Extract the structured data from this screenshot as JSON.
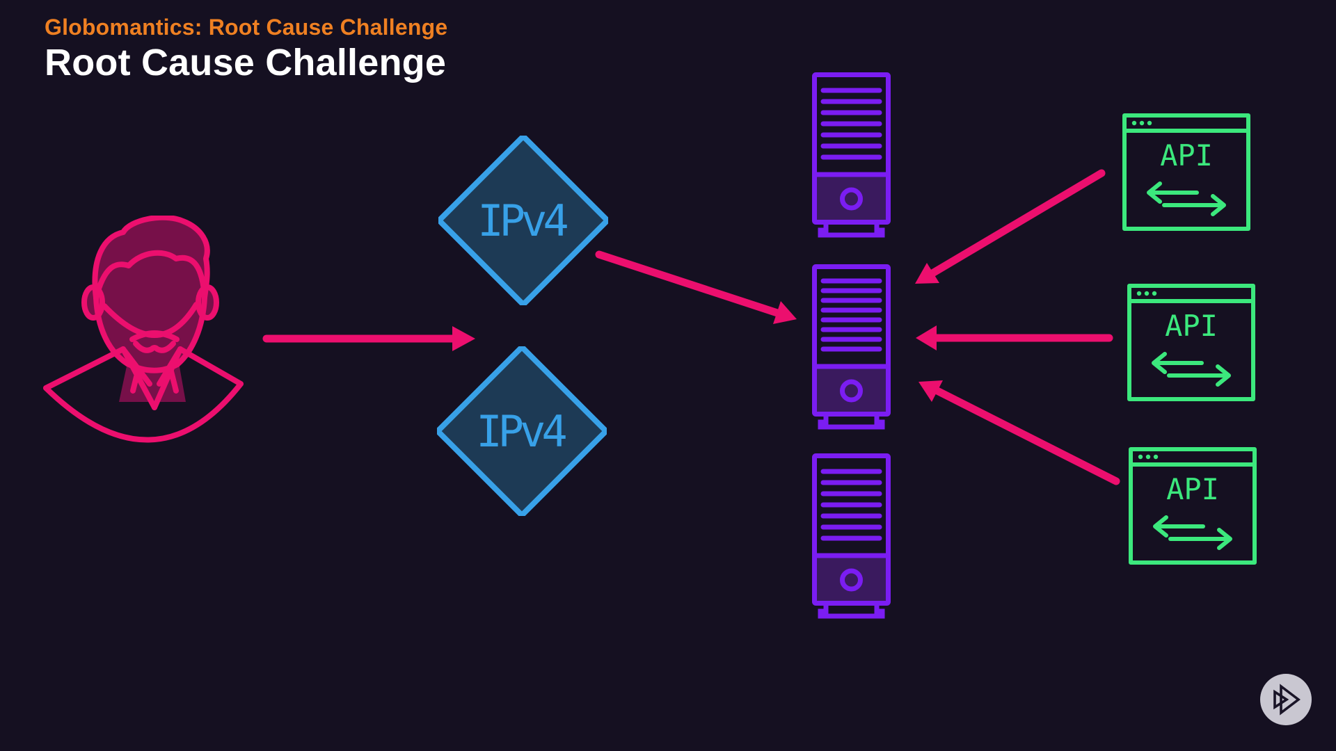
{
  "slide": {
    "eyebrow": "Globomantics: Root Cause Challenge",
    "title": "Root Cause Challenge"
  },
  "colors": {
    "background": "#151021",
    "eyebrow_orange": "#ef8022",
    "title_white": "#ffffff",
    "accent_pink": "#ec0f6e",
    "avatar_fill": "#771049",
    "ipv4_blue": "#38a1e8",
    "ipv4_diamond_fill": "#1d3a55",
    "server_purple": "#7b1df2",
    "server_panel_fill": "#3a1a5e",
    "api_green": "#3ce87d",
    "logo_circle": "#c9c7d1",
    "logo_mark": "#191427"
  },
  "diagram": {
    "user": {
      "icon": "bearded-user-avatar-icon"
    },
    "diamonds": [
      {
        "label": "IPv4",
        "icon": "ipv4-diamond-top"
      },
      {
        "label": "IPv4",
        "icon": "ipv4-diamond-bottom"
      }
    ],
    "servers": [
      {
        "icon": "server-tower-icon-top"
      },
      {
        "icon": "server-tower-icon-middle"
      },
      {
        "icon": "server-tower-icon-bottom"
      }
    ],
    "api_windows": [
      {
        "label": "API",
        "icon": "api-browser-window-top"
      },
      {
        "label": "API",
        "icon": "api-browser-window-middle"
      },
      {
        "label": "API",
        "icon": "api-browser-window-bottom"
      }
    ],
    "arrows": [
      {
        "name": "arrow-user-to-ipv4"
      },
      {
        "name": "arrow-ipv4-top-to-middle-server"
      },
      {
        "name": "arrow-api-top-to-middle-server"
      },
      {
        "name": "arrow-api-middle-to-middle-server"
      },
      {
        "name": "arrow-api-bottom-to-middle-server"
      }
    ]
  },
  "branding": {
    "logo": "pluralsight-logo"
  }
}
